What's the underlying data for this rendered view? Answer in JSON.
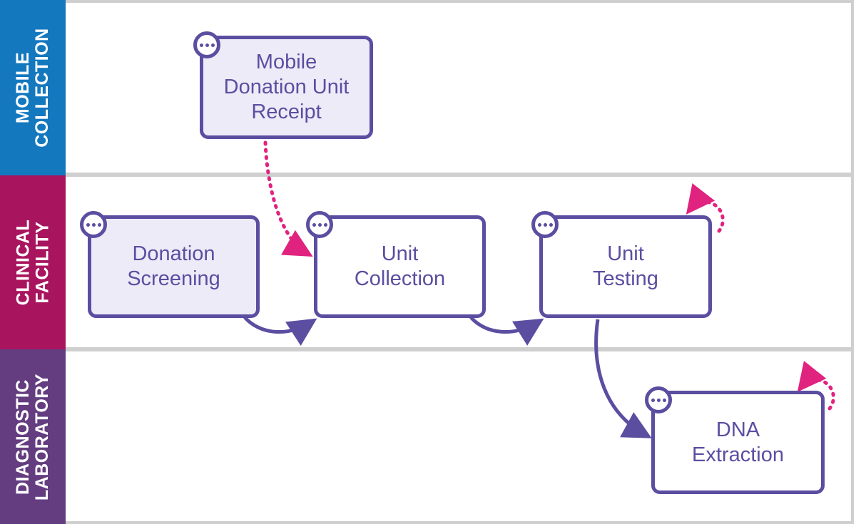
{
  "lanes": [
    {
      "id": "mobile",
      "lines": [
        "MOBILE",
        "COLLECTION"
      ],
      "color": "#1478be"
    },
    {
      "id": "clinical",
      "lines": [
        "CLINICAL",
        "FACILITY"
      ],
      "color": "#a8145e"
    },
    {
      "id": "diagnostic",
      "lines": [
        "DIAGNOSTIC",
        "LABORATORY"
      ],
      "color": "#633d80"
    }
  ],
  "boxes": {
    "mobile_receipt": {
      "lines": [
        "Mobile",
        "Donation Unit",
        "Receipt"
      ]
    },
    "donation_screening": {
      "lines": [
        "Donation",
        "Screening"
      ]
    },
    "unit_collection": {
      "lines": [
        "Unit",
        "Collection"
      ]
    },
    "unit_testing": {
      "lines": [
        "Unit",
        "Testing"
      ]
    },
    "dna_extraction": {
      "lines": [
        "DNA",
        "Extraction"
      ]
    }
  },
  "colors": {
    "process_stroke": "#5b4ea1",
    "process_fill": "#edebf7",
    "message_flow": "#e0237f",
    "lane_divider": "#cfcfcf"
  }
}
